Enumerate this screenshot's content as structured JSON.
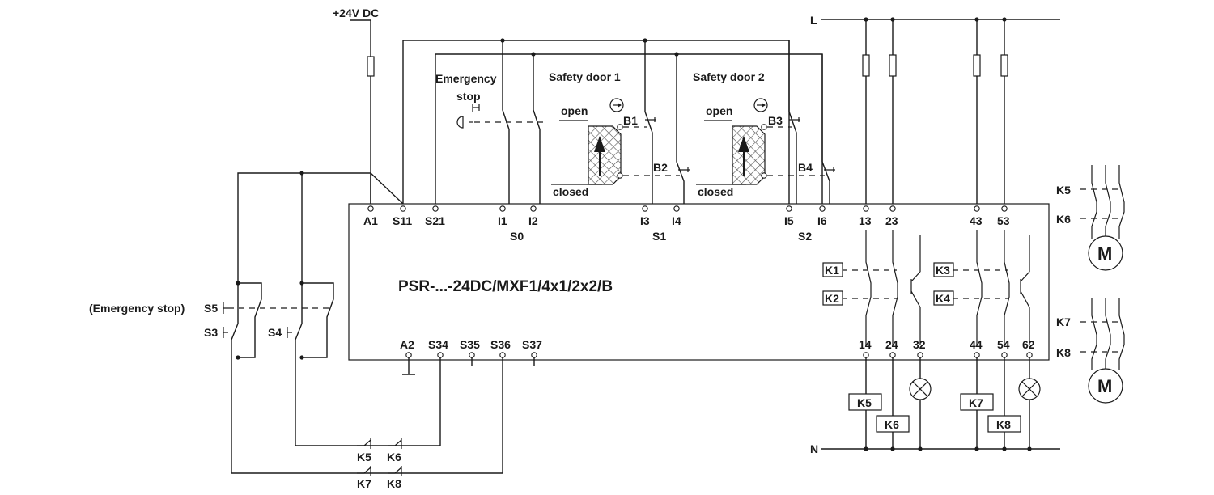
{
  "supply": {
    "plus": "+24V DC",
    "line": "L",
    "neutral": "N"
  },
  "module": {
    "title": "PSR-...-24DC/MXF1/4x1/2x2/B"
  },
  "top_terminals": [
    "A1",
    "S11",
    "S21",
    "I1",
    "I2",
    "I3",
    "I4",
    "I5",
    "I6",
    "13",
    "23",
    "43",
    "53"
  ],
  "group_labels": [
    "S0",
    "S1",
    "S2"
  ],
  "bottom_terminals": [
    "A2",
    "S34",
    "S35",
    "S36",
    "S37",
    "14",
    "24",
    "32",
    "44",
    "54",
    "62"
  ],
  "emergency": {
    "line1": "Emergency",
    "line2": "stop"
  },
  "doors": [
    {
      "title": "Safety door 1",
      "open": "open",
      "closed": "closed",
      "sw_a": "B1",
      "sw_b": "B2"
    },
    {
      "title": "Safety door 2",
      "open": "open",
      "closed": "closed",
      "sw_a": "B3",
      "sw_b": "B4"
    }
  ],
  "internal_relays": [
    "K1",
    "K2",
    "K3",
    "K4"
  ],
  "output_relays": [
    "K5",
    "K6",
    "K7",
    "K8"
  ],
  "motor_contacts": [
    "K5",
    "K6",
    "K7",
    "K8"
  ],
  "motor_symbol": "M",
  "reset": {
    "s5_note": "(Emergency stop)",
    "s5": "S5",
    "s3": "S3",
    "s4": "S4"
  },
  "feedback": {
    "row1": [
      "K5",
      "K6"
    ],
    "row2": [
      "K7",
      "K8"
    ]
  }
}
